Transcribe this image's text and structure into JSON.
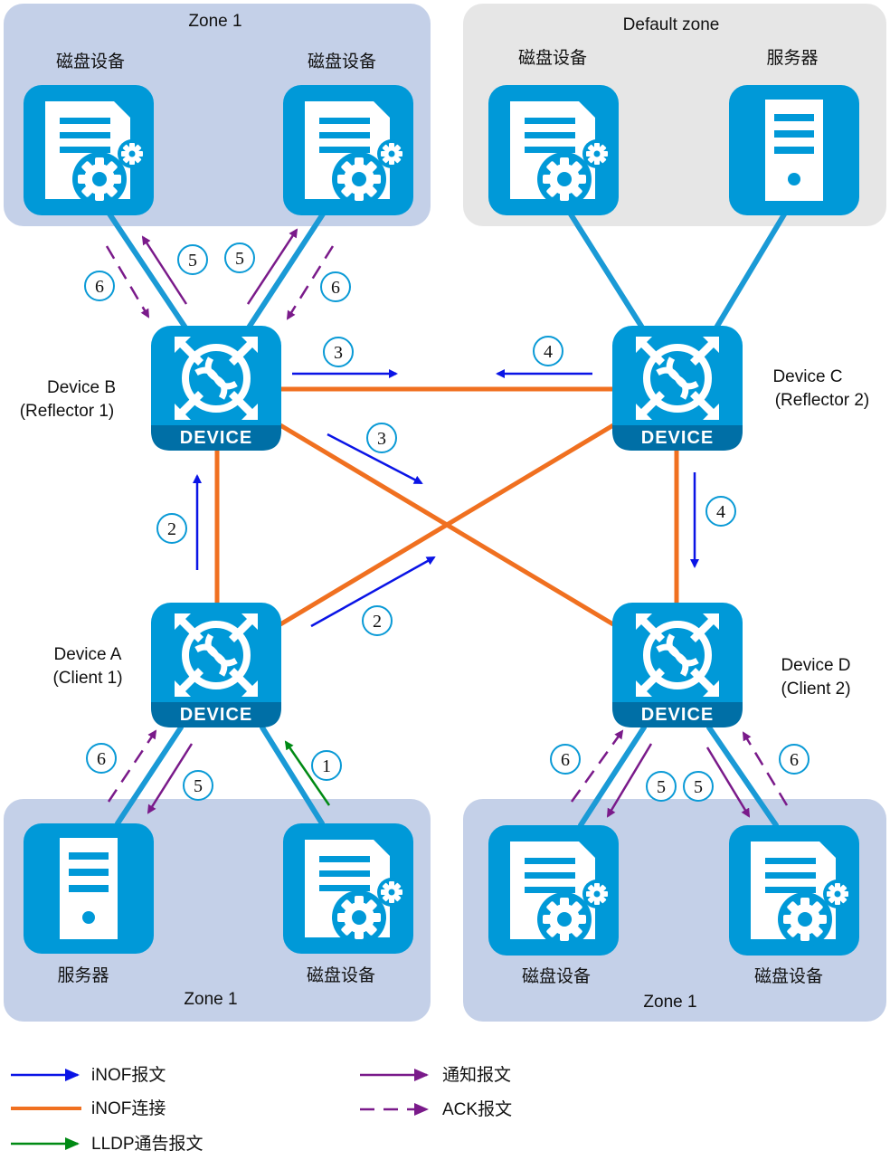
{
  "colors": {
    "inof_message": "#0a14e6",
    "inof_link": "#f07020",
    "lldp": "#008a14",
    "notify": "#7a1a8a",
    "ack": "#7a1a8a",
    "device_blue": "#0099d8",
    "device_dark": "#006fa6",
    "zone_blue": "#c4d0e8",
    "zone_gray": "#e6e6e6",
    "cable": "#1a9ad6"
  },
  "zones": {
    "top_left": "Zone 1",
    "top_right": "Default zone",
    "bottom_left": "Zone 1",
    "bottom_right": "Zone 1"
  },
  "icons": {
    "tl_disk1": "磁盘设备",
    "tl_disk2": "磁盘设备",
    "tr_disk": "磁盘设备",
    "tr_server": "服务器",
    "bl_server": "服务器",
    "bl_disk": "磁盘设备",
    "br_disk1": "磁盘设备",
    "br_disk2": "磁盘设备"
  },
  "devices": {
    "b": {
      "name": "Device B",
      "role": "(Reflector 1)",
      "badge": "DEVICE"
    },
    "c": {
      "name": "Device C",
      "role": "(Reflector 2)",
      "badge": "DEVICE"
    },
    "a": {
      "name": "Device A",
      "role": "(Client 1)",
      "badge": "DEVICE"
    },
    "d": {
      "name": "Device D",
      "role": "(Client 2)",
      "badge": "DEVICE"
    }
  },
  "steps": {
    "s1": "1",
    "s2": "2",
    "s3": "3",
    "s4": "4",
    "s5": "5",
    "s6": "6"
  },
  "legend": {
    "inof_message": "iNOF报文",
    "inof_link": "iNOF连接",
    "lldp": "LLDP通告报文",
    "notify": "通知报文",
    "ack": "ACK报文"
  }
}
